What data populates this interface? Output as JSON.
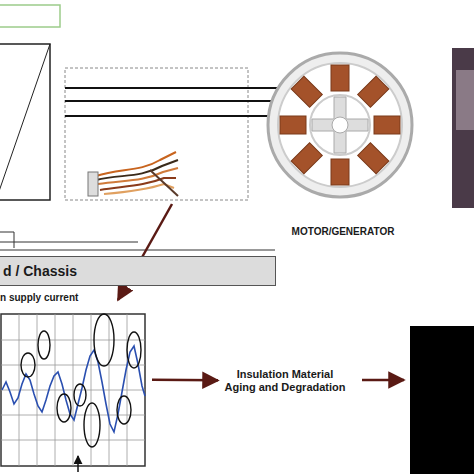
{
  "diagram": {
    "nodes": [
      {
        "text": [
          "MOTOR/GENERATOR"
        ]
      },
      {
        "text": [
          "d / Chassis"
        ]
      },
      {
        "text": [
          "n supply current"
        ]
      },
      {
        "text": [
          "Insulation Material Aging and Degradation"
        ]
      }
    ],
    "edges": [
      {
        "from": 2,
        "to": 3,
        "arrow": "to"
      }
    ]
  }
}
